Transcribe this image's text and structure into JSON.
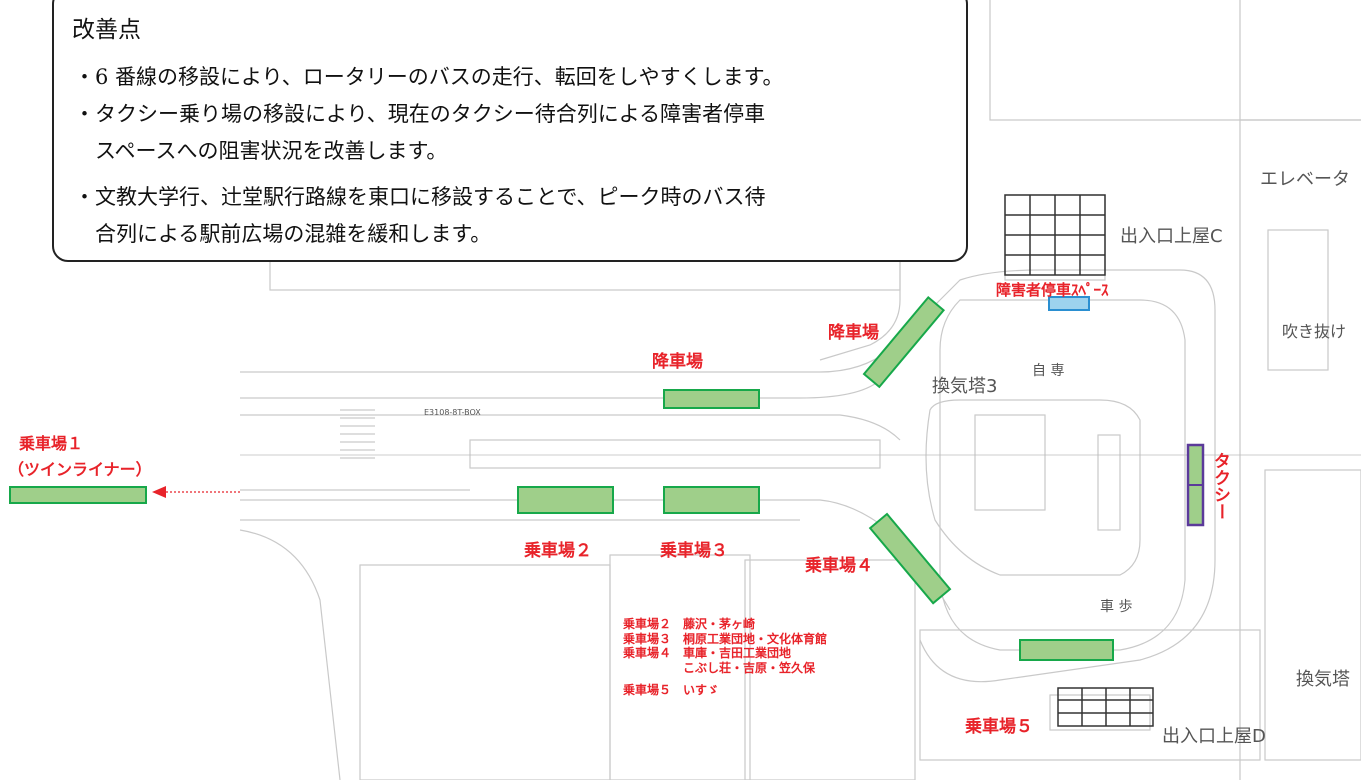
{
  "notes": {
    "title": "改善点",
    "items": [
      "・6 番線の移設により、ロータリーのバスの走行、転回をしやすくします。",
      "・タクシー乗り場の移設により、現在のタクシー待合列による障害者停車",
      "　スペースへの阻害状況を改善します。",
      "・文教大学行、辻堂駅行路線を東口に移設することで、ピーク時のバス待",
      "　合列による駅前広場の混雑を緩和します。"
    ]
  },
  "stops": {
    "boarding1_line1": "乗車場１",
    "boarding1_line2": "（ツインライナー）",
    "boarding2": "乗車場２",
    "boarding3": "乗車場３",
    "boarding4": "乗車場４",
    "boarding5": "乗車場５",
    "alighting_upper": "降車場",
    "alighting_lower": "降車場",
    "disabled_space": "障害者停車ｽﾍﾟｰｽ",
    "taxi": "タクシー"
  },
  "legend": {
    "rows": [
      "乗車場２　藤沢・茅ヶ崎",
      "乗車場３　桐原工業団地・文化体育館",
      "乗車場４　車庫・吉田工業団地",
      "　　　　　こぶし荘・吉原・笠久保",
      "乗車場５　いすゞ"
    ]
  },
  "plan_labels": {
    "exit_c": "出入口上屋C",
    "exit_d": "出入口上屋D",
    "vent3": "換気塔3",
    "vent": "換気塔",
    "elevator": "エレベータ",
    "void": "吹き抜け",
    "road_upper": "自 専",
    "road_lower": "車 歩",
    "small_code": "E3108-8T-BOX"
  },
  "colors": {
    "stop_fill": "#9fcf8a",
    "stop_border": "#17a84a",
    "label_red": "#e8232a",
    "taxi_border": "#5b3a9a",
    "disabled_fill": "#9dd3ee",
    "disabled_border": "#2a8fd1"
  }
}
